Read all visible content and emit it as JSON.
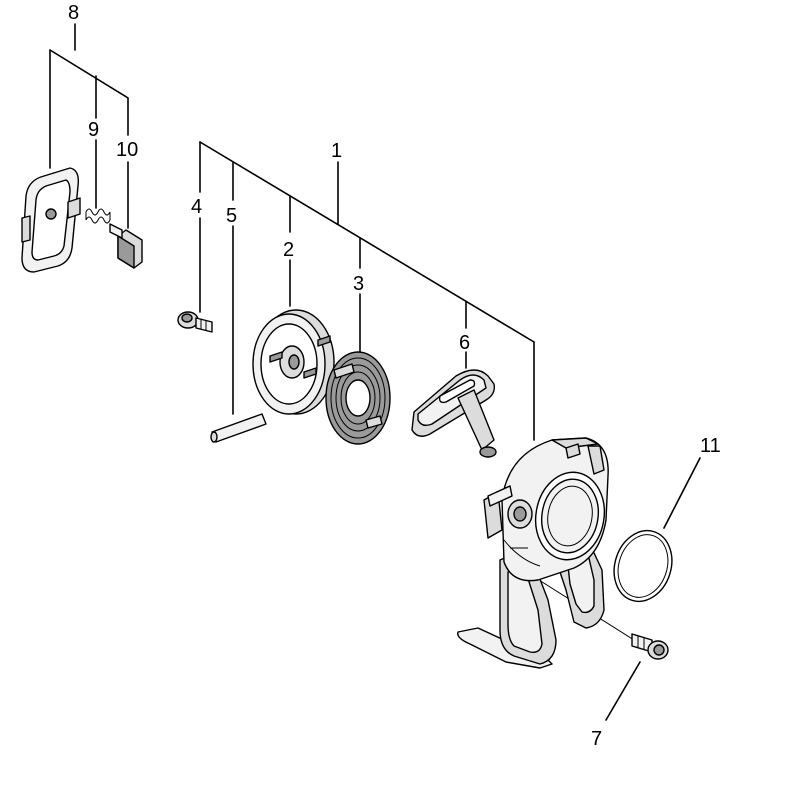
{
  "callouts": {
    "c1": "1",
    "c2": "2",
    "c3": "3",
    "c4": "4",
    "c5": "5",
    "c6": "6",
    "c7": "7",
    "c8": "8",
    "c9": "9",
    "c10": "10",
    "c11": "11"
  },
  "colors": {
    "line": "#000000",
    "fill_light": "#f2f2f2",
    "fill_mid": "#dcdcdc",
    "fill_dark": "#9a9a9a"
  }
}
